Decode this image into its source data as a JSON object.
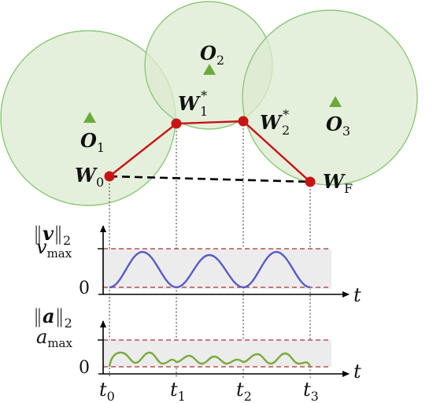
{
  "colors": {
    "circle_fill": "#dcebd0",
    "circle_stroke": "#8cc878",
    "obstacle": "#6aaa3a",
    "waypoint": "#c81414",
    "path": "#c81414",
    "velocity": "#5a5ac8",
    "acceleration": "#7aaa3a",
    "limit": "#a83232",
    "band": "#ececec",
    "axis": "#000000"
  },
  "obstacles": {
    "o1": {
      "base": "O",
      "sub": "1"
    },
    "o2": {
      "base": "O",
      "sub": "2"
    },
    "o3": {
      "base": "O",
      "sub": "3"
    }
  },
  "waypoints": {
    "w0": {
      "base": "W",
      "sub": "0",
      "sup": ""
    },
    "w1": {
      "base": "W",
      "sub": "1",
      "sup": "*"
    },
    "w2": {
      "base": "W",
      "sub": "2",
      "sup": "*"
    },
    "wf": {
      "base": "W",
      "sub": "F",
      "sup": ""
    }
  },
  "velocity_plot": {
    "norm_label": "v",
    "norm_sub": "2",
    "max_label": "v",
    "max_sub": "max",
    "zero_label": "0",
    "time_label": "t"
  },
  "acceleration_plot": {
    "norm_label": "a",
    "norm_sub": "2",
    "max_label": "a",
    "max_sub": "max",
    "zero_label": "0",
    "time_label": "t"
  },
  "time_ticks": [
    {
      "base": "t",
      "sub": "0"
    },
    {
      "base": "t",
      "sub": "1"
    },
    {
      "base": "t",
      "sub": "2"
    },
    {
      "base": "t",
      "sub": "3"
    }
  ]
}
